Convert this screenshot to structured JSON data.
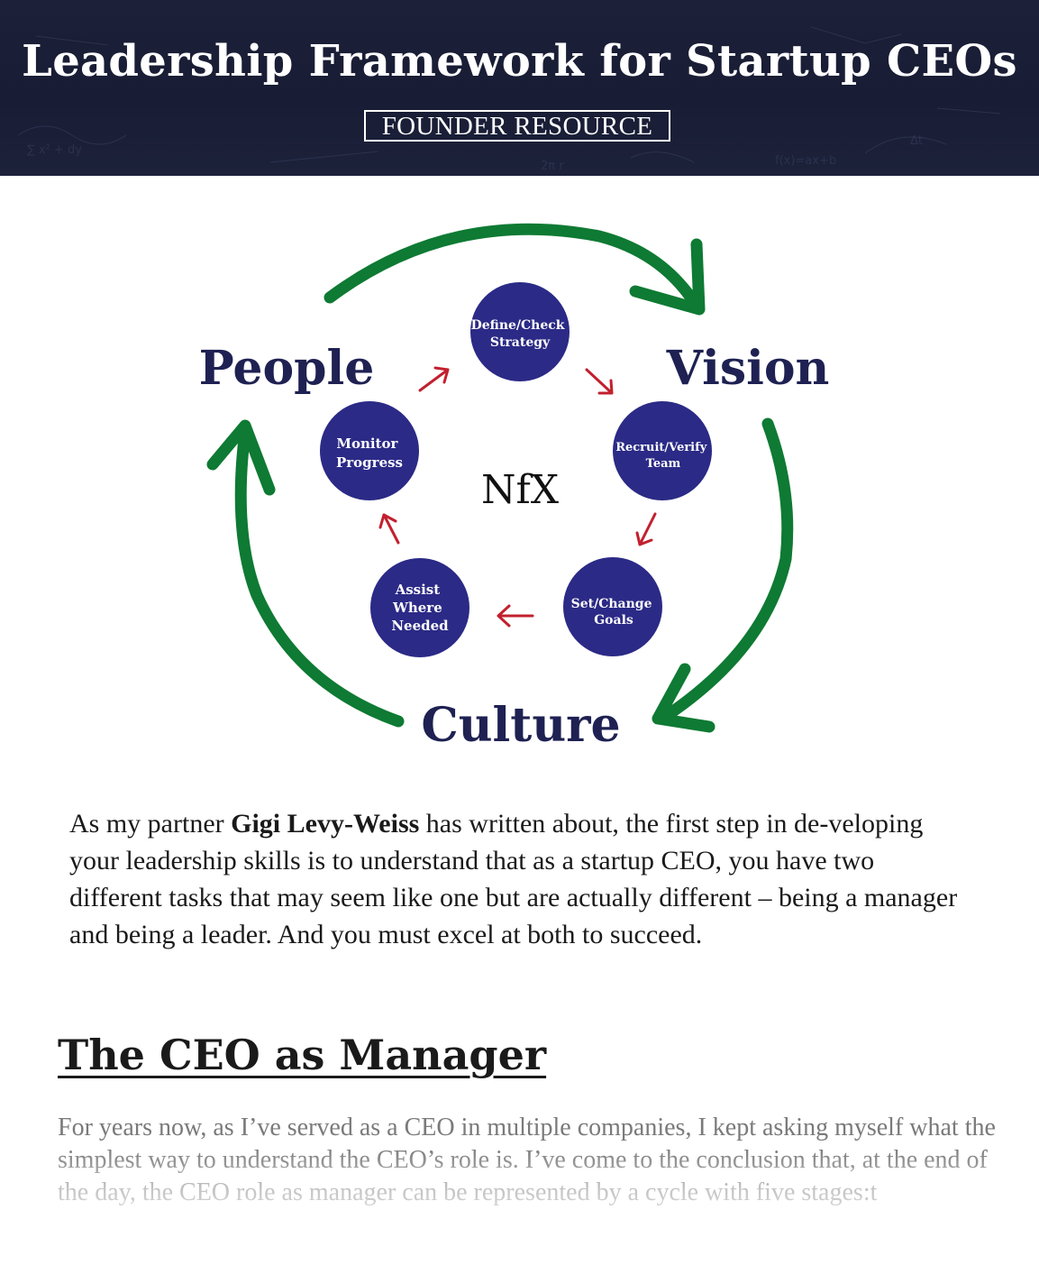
{
  "header": {
    "title": "Leadership Framework for Startup CEOs",
    "badge": "FOUNDER RESOURCE"
  },
  "diagram": {
    "outer_labels": {
      "people": "People",
      "vision": "Vision",
      "culture": "Culture"
    },
    "center_logo": "NfX",
    "stages": {
      "strategy": [
        "Define/Check",
        "Strategy"
      ],
      "team": [
        "Recruit/Verify",
        "Team"
      ],
      "goals": [
        "Set/Change",
        "Goals"
      ],
      "assist": [
        "Assist",
        "Where",
        "Needed"
      ],
      "monitor": [
        "Monitor",
        "Progress"
      ]
    },
    "colors": {
      "node_fill": "#2b2a86",
      "outer_arrow": "#0e7a33",
      "inner_arrow": "#c2202e",
      "label_text": "#1e2152"
    }
  },
  "intro": {
    "text_before": "As my partner ",
    "bold_name": "Gigi Levy-Weiss",
    "text_after": " has written about, the first step in de-veloping your leadership skills is to understand that as a startup CEO, you have two different tasks that may seem like one but are actually different – being a manager and being a leader. And you must excel at both to succeed."
  },
  "section": {
    "heading": "The CEO as Manager",
    "body": "For years now, as I’ve served as a CEO in multiple companies, I kept asking myself what the simplest way to understand the CEO’s role is. I’ve come to the conclusion that, at the end of the day, the CEO role as manager can be represented by a cycle with five stages:t"
  }
}
